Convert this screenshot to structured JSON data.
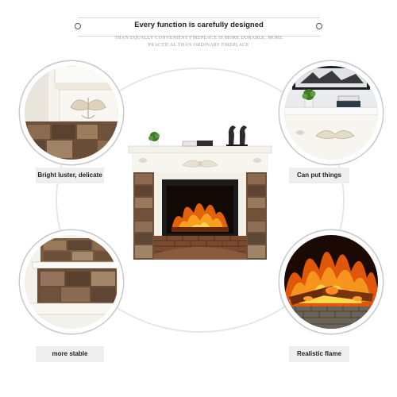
{
  "header": {
    "title": "Every function is carefully designed",
    "subtitle_line1": "THAN EQUALLY CONVENIENT FIREPLACE IS MORE DURABLE, MORE",
    "subtitle_line2": "PRACTICAL THAN ORDINARY FIREPLACE"
  },
  "features": {
    "top_left": "Bright luster, delicate",
    "top_right": "Can put things",
    "bottom_left": "more stable",
    "bottom_right": "Realistic flame"
  },
  "colors": {
    "mantel": "#f4f1ea",
    "stone": "#7a5a40",
    "flame": "#f08a12",
    "label_bg": "#eeeeee"
  }
}
